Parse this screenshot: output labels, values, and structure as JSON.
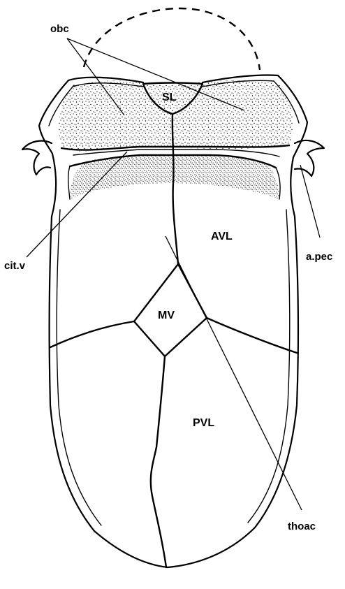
{
  "labels": {
    "obc": "obc",
    "sl": "SL",
    "avl": "AVL",
    "mv": "MV",
    "pvl": "PVL",
    "cit_v": "cit.v",
    "a_pec": "a.pec",
    "thoac": "thoac"
  },
  "colors": {
    "ink": "#000000",
    "background": "#ffffff"
  }
}
